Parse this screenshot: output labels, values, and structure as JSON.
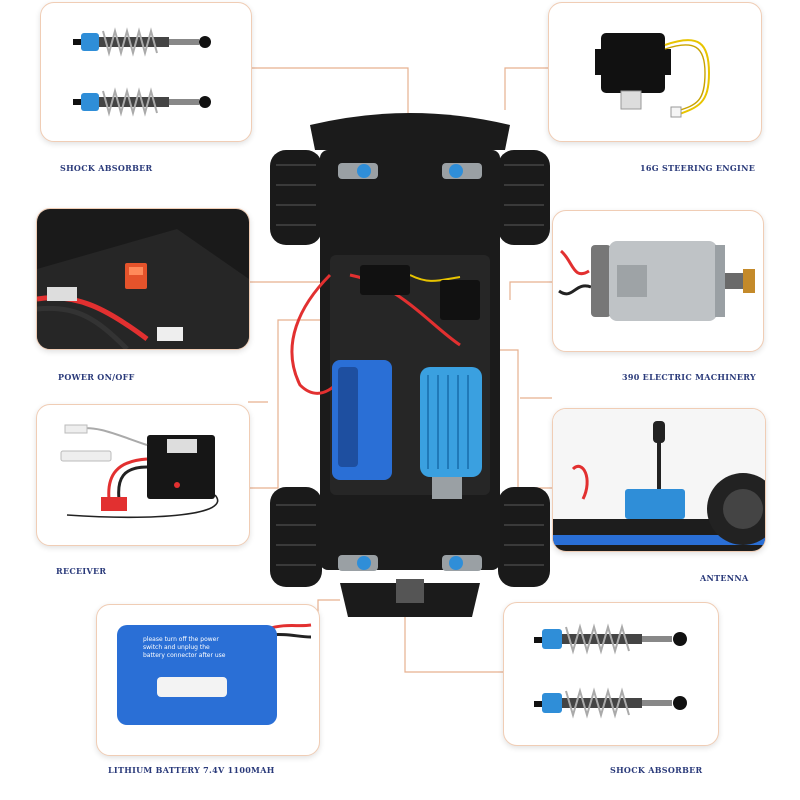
{
  "labels": {
    "shock_top": "SHOCK ABSORBER",
    "steering": "16G STEERING ENGINE",
    "power": "POWER ON/OFF",
    "motor": "390 ELECTRIC MACHINERY",
    "receiver": "RECEIVER",
    "antenna": "ANTENNA",
    "battery": "LITHIUM BATTERY 7.4V 1100MAH",
    "shock_bottom": "SHOCK ABSORBER"
  },
  "battery_sticker": {
    "line1": "please turn off the power",
    "line2": "switch and unplug the",
    "line3": "battery connector after use"
  },
  "colors": {
    "leader_line": "#e7b08f",
    "label_text": "#2a3a7a",
    "battery_blue": "#2a6fd6",
    "shock_blue": "#2f8ed8",
    "motor_blue": "#3aa0e0",
    "chassis": "#1b1b1b"
  }
}
